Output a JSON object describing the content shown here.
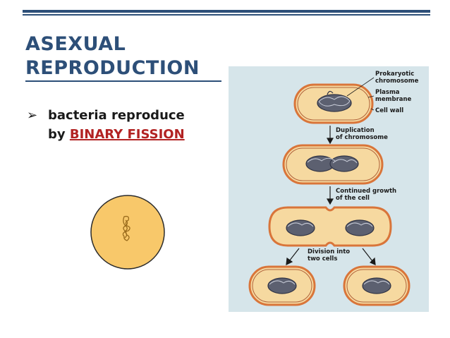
{
  "slide": {
    "title_line1": "ASEXUAL",
    "title_line2": "REPRODUCTION",
    "bullet_prefix": "bacteria reproduce",
    "bullet_by": "by ",
    "bullet_highlight": "BINARY FISSION"
  },
  "diagram": {
    "labels": {
      "chromosome_line1": "Prokaryotic",
      "chromosome_line2": "chromosome",
      "membrane_line1": "Plasma",
      "membrane_line2": "membrane",
      "cell_wall": "Cell wall",
      "step1_line1": "Duplication",
      "step1_line2": "of chromosome",
      "step2_line1": "Continued growth",
      "step2_line2": "of the cell",
      "step3_line1": "Division into",
      "step3_line2": "two cells"
    }
  },
  "colors": {
    "title": "#2d4f78",
    "highlight": "#b22222",
    "panel_bg": "#d6e5ea",
    "cell_fill": "#f6d9a0",
    "cell_wall": "#d9753a",
    "chromosome": "#3a3f55"
  },
  "icons": {
    "bullet": "arrow-bullet-icon"
  }
}
